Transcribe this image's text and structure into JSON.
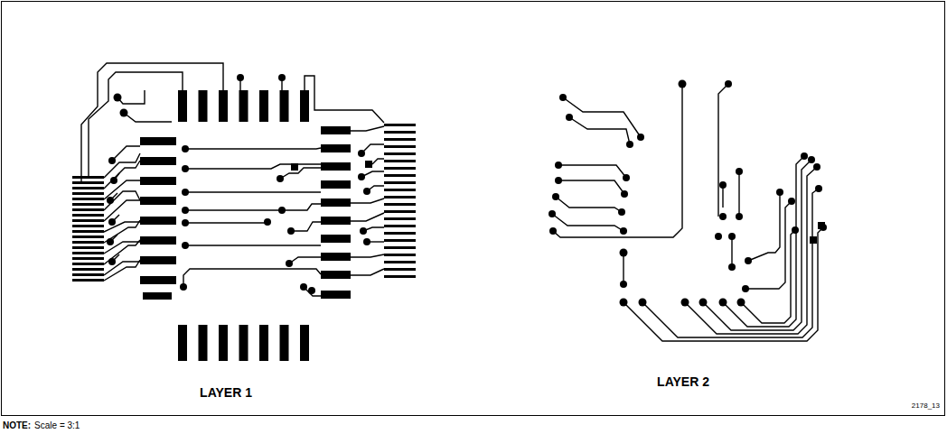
{
  "diagram": {
    "labels": [
      "LAYER 1",
      "LAYER 2",
      "2178_13",
      "NOTE:",
      "Scale = 3:1"
    ]
  }
}
